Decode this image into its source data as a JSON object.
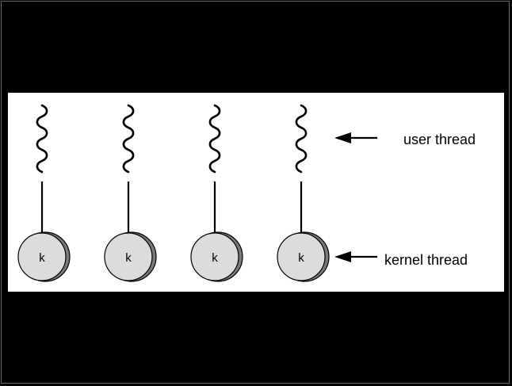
{
  "labels": {
    "user_thread": "user thread",
    "kernel_thread": "kernel thread"
  },
  "threads": [
    {
      "kernel_label": "k"
    },
    {
      "kernel_label": "k"
    },
    {
      "kernel_label": "k"
    },
    {
      "kernel_label": "k"
    }
  ],
  "colors": {
    "background": "#000000",
    "panel": "#ffffff",
    "kernel_fill": "#dcdcdc",
    "kernel_shadow": "#7a7a7a",
    "line": "#000000"
  }
}
